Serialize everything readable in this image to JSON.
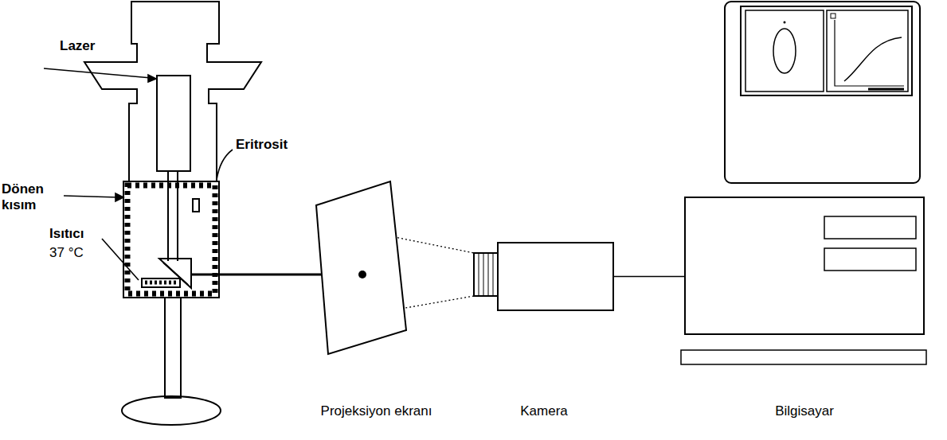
{
  "diagram": {
    "nodes": [
      {
        "text": [
          "Projeksiyon ekranı"
        ]
      },
      {
        "text": [
          "Kamera"
        ]
      },
      {
        "text": [
          "Bilgisayar"
        ]
      }
    ],
    "edges": [
      {
        "from": 0,
        "to": 1,
        "arrow": "none"
      },
      {
        "from": 1,
        "to": 2,
        "arrow": "none"
      }
    ],
    "labels": [
      "Lazer",
      "Eritrosit",
      "Dönen kısım",
      "Isıtıcı",
      "37 °C"
    ]
  }
}
